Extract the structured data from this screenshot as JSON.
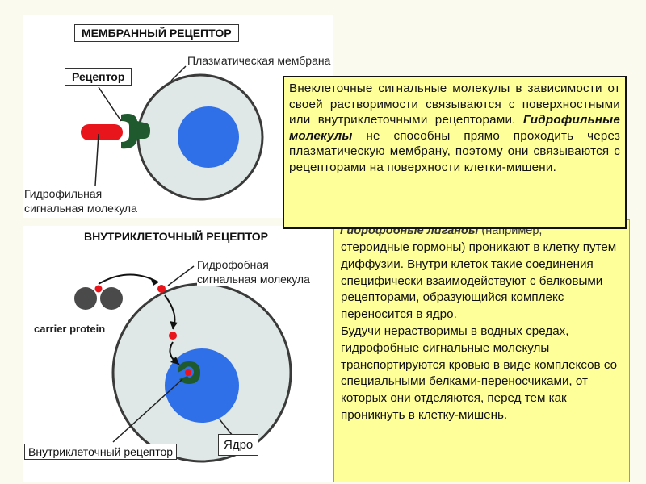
{
  "membrane_panel": {
    "title": "МЕМБРАННЫЙ РЕЦЕПТОР",
    "receptor_label": "Рецептор",
    "membrane_label": "Плазматическая мембрана",
    "molecule_label_line1": "Гидрофильная",
    "molecule_label_line2": "сигнальная молекула"
  },
  "intracellular_panel": {
    "title": "ВНУТРИКЛЕТОЧНЫЙ РЕЦЕПТОР",
    "molecule_label_line1": "Гидрофобная",
    "molecule_label_line2": "сигнальная молекула",
    "carrier_label": "carrier protein",
    "receptor_label": "Внутриклеточный рецептор",
    "nucleus_label": "Ядро"
  },
  "text_box_1": {
    "lead": "Внеклеточные сигнальные молекулы в зависимости от своей растворимости связываются с поверхностными или внутриклеточными рецепторами.",
    "emphasis": "Гидрофильные молекулы",
    "rest": " не способны прямо проходить через плазматическую мембрану, поэтому они связываются с рецепторами на поверхности клетки-мишени."
  },
  "text_box_2": {
    "partial_heading": "Гидрофобные лиганды",
    "partial_rest": "(например,",
    "paragraph1": "стероидные гормоны) проникают в клетку путем диффузии. Внутри клеток такие соединения специфически взаимодействуют с белковыми рецепторами, образующийся комплекс переносится в ядро.",
    "paragraph2": "Будучи нерастворимы в водных средах, гидрофобные сигнальные молекулы транспортируются кровью в виде комплексов со специальными белками-переносчиками, от которых они отделяются, перед тем как проникнуть в клетку-мишень."
  },
  "colors": {
    "cell_fill": "#dfe8e6",
    "cell_stroke": "#3a3a3a",
    "nucleus": "#2f6fe8",
    "signal_red": "#e8161c",
    "receptor_green": "#1e5a2e",
    "text_box_bg": "#ffff9a"
  }
}
